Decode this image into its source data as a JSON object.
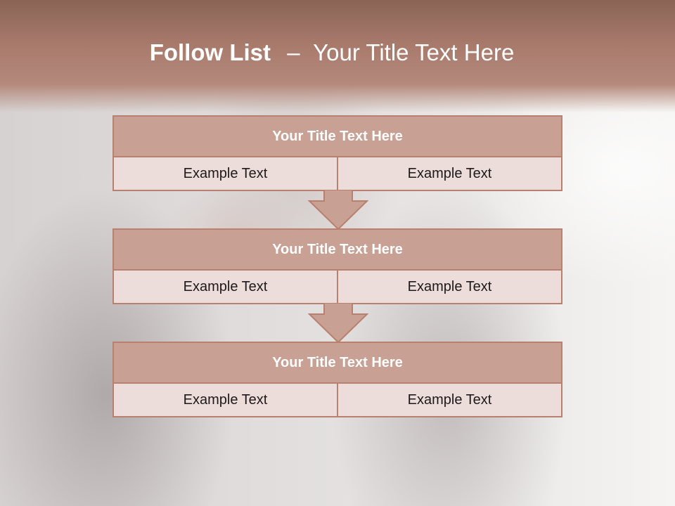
{
  "title": {
    "bold": "Follow List",
    "dash": "–",
    "rest": "Your Title Text Here"
  },
  "blocks": [
    {
      "title": "Your Title Text Here",
      "left": "Example Text",
      "right": "Example Text"
    },
    {
      "title": "Your Title Text Here",
      "left": "Example Text",
      "right": "Example Text"
    },
    {
      "title": "Your Title Text Here",
      "left": "Example Text",
      "right": "Example Text"
    }
  ],
  "colors": {
    "header": "#a87a6c",
    "block_title_fill": "#c9a194",
    "cell_fill": "#ecdcda",
    "border": "#b8806f"
  }
}
